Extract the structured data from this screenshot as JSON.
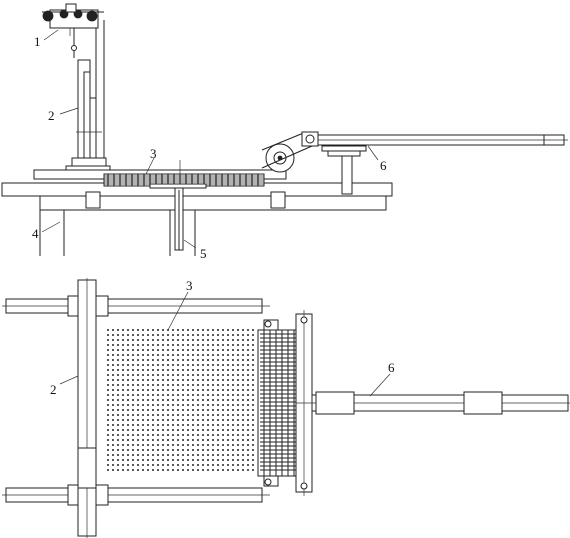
{
  "labels": {
    "l1": "1",
    "l2_top": "2",
    "l3_top": "3",
    "l4": "4",
    "l5": "5",
    "l6_top": "6",
    "l2_bottom": "2",
    "l3_bottom": "3",
    "l6_bottom": "6"
  },
  "colors": {
    "line": "#222222",
    "background": "#ffffff"
  }
}
